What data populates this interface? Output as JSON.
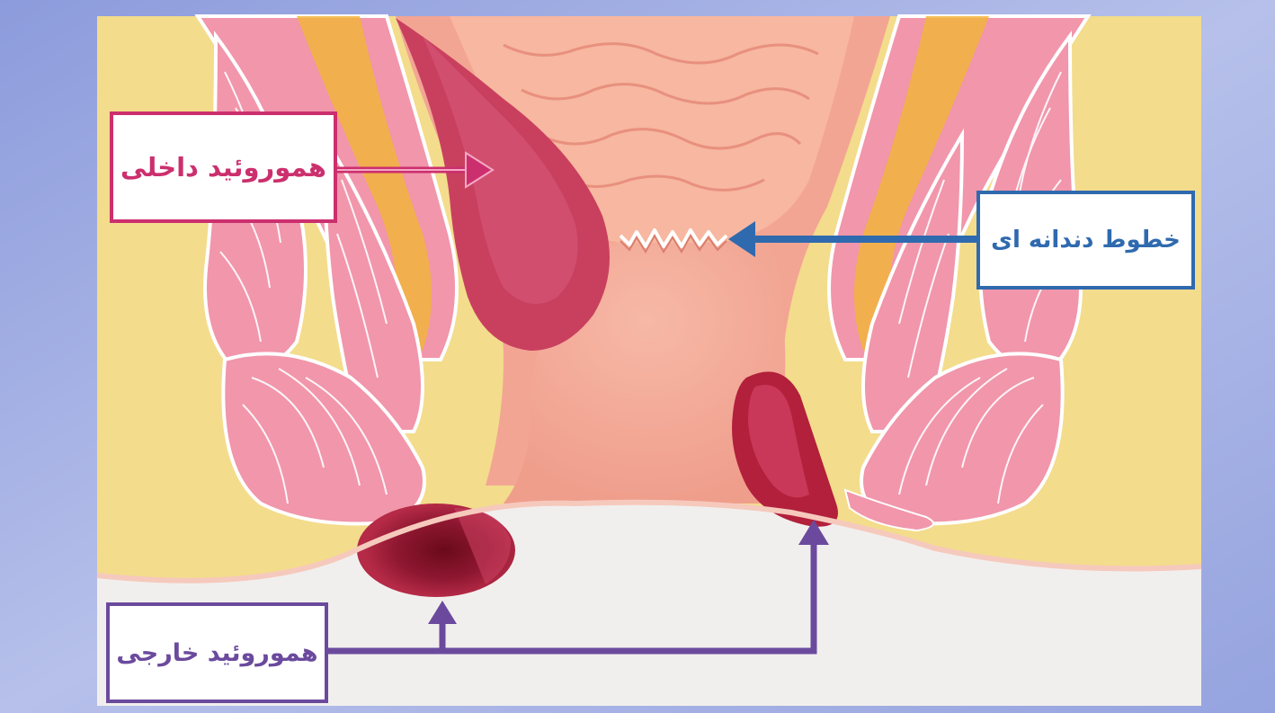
{
  "labels": {
    "internal_hemorrhoid": "هموروئید داخلی",
    "dentate_line": "خطوط دندانه ای",
    "external_hemorrhoid": "هموروئید خارجی"
  },
  "colors": {
    "background_blue": "#a9b4e3",
    "panel_yellow": "#f3dc8c",
    "canal_pink": "#f3a593",
    "rectum_peach": "#f6b29f",
    "muscle_pink": "#f196ab",
    "muscle_lines": "#ffffff",
    "fat_orange": "#f2b43c",
    "hemorrhoid_red": "#c9405f",
    "hemorrhoid_dark": "#b2203c",
    "thrombus": "#7a0f22",
    "skin_white": "#f1efed",
    "internal_accent": "#cc2f6e",
    "dentate_accent": "#2f6aaf",
    "external_accent": "#6b4a9e"
  }
}
